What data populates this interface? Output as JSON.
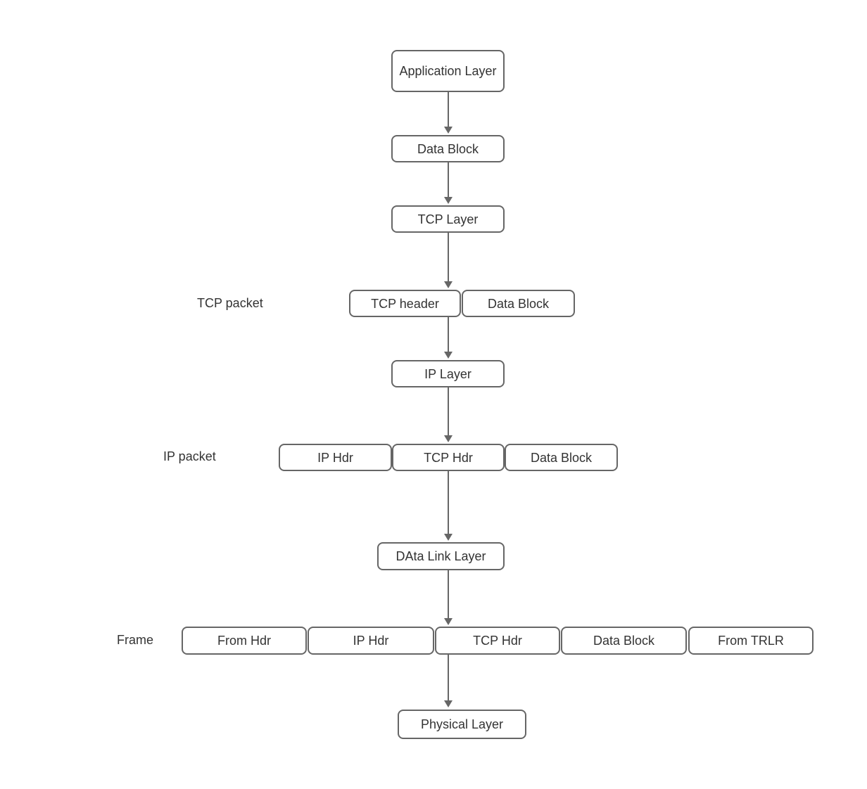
{
  "colors": {
    "border": "#666666",
    "text": "#333333",
    "arrow": "#666666",
    "background": "#ffffff"
  },
  "diagram": {
    "nodes": {
      "application_layer": "Application Layer",
      "data_block": "Data Block",
      "tcp_layer": "TCP Layer",
      "ip_layer": "IP Layer",
      "data_link_layer": "DAta Link Layer",
      "physical_layer": "Physical Layer"
    },
    "rows": {
      "tcp_packet": {
        "label": "TCP packet",
        "cells": [
          "TCP header",
          "Data Block"
        ]
      },
      "ip_packet": {
        "label": "IP packet",
        "cells": [
          "IP Hdr",
          "TCP Hdr",
          "Data Block"
        ]
      },
      "frame": {
        "label": "Frame",
        "cells": [
          "From Hdr",
          "IP Hdr",
          "TCP Hdr",
          "Data Block",
          "From TRLR"
        ]
      }
    }
  }
}
